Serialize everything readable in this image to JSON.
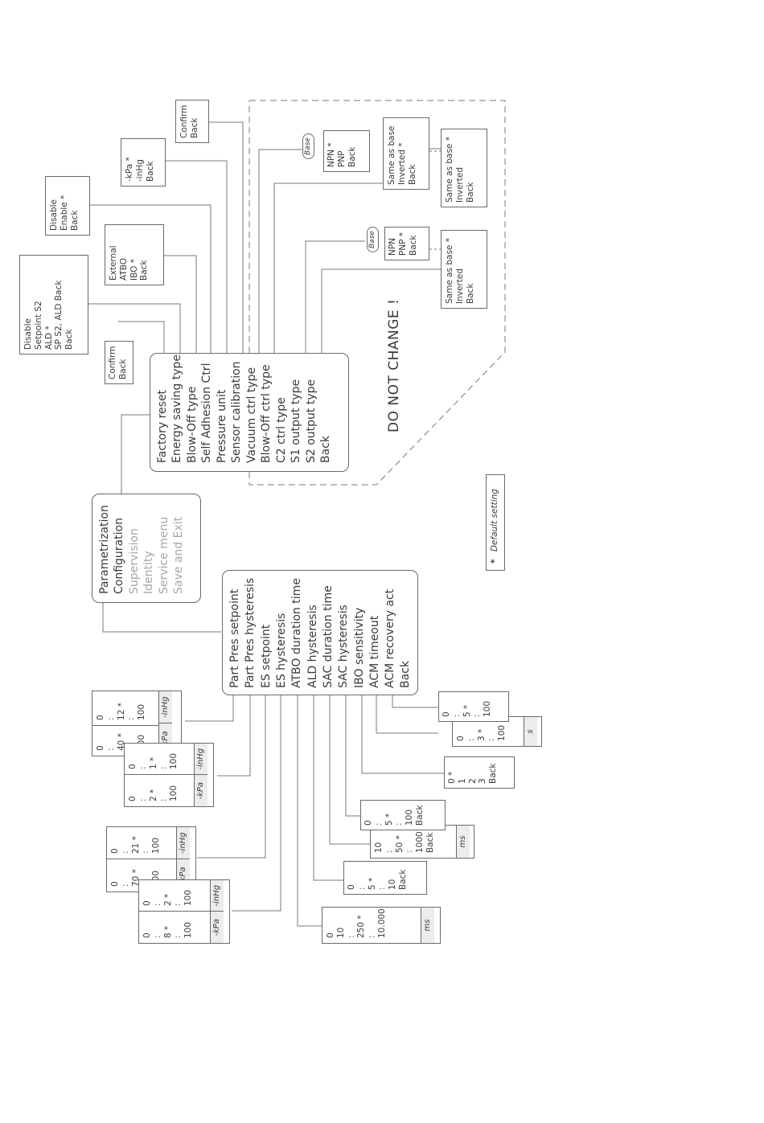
{
  "main_menu": [
    "Parametrization",
    "Configuration",
    "Supervision",
    "Identity",
    "Service menu",
    "Save and Exit"
  ],
  "config_menu": [
    "Factory reset",
    "Energy saving type",
    "Blow-Off type",
    "Self Adhesion Ctrl",
    "Pressure unit",
    "Sensor calibration",
    "Vacuum ctrl type",
    "Blow-Off ctrl type",
    "C2 ctrl type",
    "S1 output type",
    "S2 output type",
    "Back"
  ],
  "param_menu": [
    "Part Pres setpoint",
    "Part Pres hysteresis",
    "ES setpoint",
    "ES hysteresis",
    "ATBO duration time",
    "ALD hysteresis",
    "SAC duration time",
    "SAC hysteresis",
    "IBO sensitivity",
    "ACM timeout",
    "ACM recovery act",
    "Back"
  ],
  "opt_blowoff": [
    "Disable",
    "Setpoint S2",
    "ALD *",
    "SP S2, ALD Back",
    "Back"
  ],
  "opt_factory_reset": [
    "Confirm",
    "Back"
  ],
  "opt_energy_saving": [
    "External",
    "ATBO",
    "IBO *",
    "Back"
  ],
  "opt_self_adhesion": [
    "Disable",
    "Enable *",
    "Back"
  ],
  "opt_pressure_unit": [
    "-kPa *",
    "-inHg",
    "Back"
  ],
  "opt_sensor_calibration": [
    "Confirm",
    "Back"
  ],
  "base_label": "Base",
  "opt_vacuum_ctrl": [
    "NPN *",
    "PNP",
    "Back"
  ],
  "opt_blowoff_ctrl": [
    "Same as base",
    "Inverted *",
    "Back"
  ],
  "opt_c2_ctrl": [
    "Same as base *",
    "Inverted",
    "Back"
  ],
  "opt_s1_output": [
    "NPN",
    "PNP *",
    "Back"
  ],
  "opt_s2_output": [
    "Same as base *",
    "Inverted",
    "Back"
  ],
  "warning": "DO NOT CHANGE !",
  "legend": {
    "symbol": "*",
    "text": "Default setting"
  },
  "units": {
    "kpa": "-kPa",
    "inhg": "-inHg",
    "ms": "ms",
    "s": "s"
  },
  "v_part_setpoint": [
    [
      "0",
      ":",
      "40 *",
      ":",
      "100"
    ],
    [
      "0",
      ":",
      "12 *",
      ":",
      "100"
    ]
  ],
  "v_part_hyst": [
    [
      "0",
      ":",
      "2 *",
      ":",
      "100"
    ],
    [
      "0",
      ":",
      "1 *",
      ":",
      "100"
    ]
  ],
  "v_es_setpoint": [
    [
      "0",
      ":",
      "70 *",
      ":",
      "100"
    ],
    [
      "0",
      ":",
      "21 *",
      ":",
      "100"
    ]
  ],
  "v_es_hyst": [
    [
      "0",
      ":",
      "8 *",
      ":",
      "100"
    ],
    [
      "0",
      ":",
      "2 *",
      ":",
      "100"
    ]
  ],
  "v_atbo": [
    "0",
    "10",
    ":",
    "250 *",
    ":",
    "10.000"
  ],
  "v_ald_hyst": [
    "0",
    ":",
    "5 *",
    ":",
    "10",
    "Back"
  ],
  "v_sac_dur": [
    "10",
    ":",
    "50 *",
    ":",
    "1000",
    "Back"
  ],
  "v_sac_hyst": [
    "0",
    ":",
    "5 *",
    ":",
    "100",
    "Back"
  ],
  "v_ibo": [
    "0 *",
    "1",
    "2",
    "3",
    "Back"
  ],
  "v_acm_timeout": [
    "0",
    ":",
    "3 *",
    ":",
    "100"
  ],
  "v_acm_recovery": [
    "0",
    ":",
    "5 *",
    ":",
    "100"
  ]
}
